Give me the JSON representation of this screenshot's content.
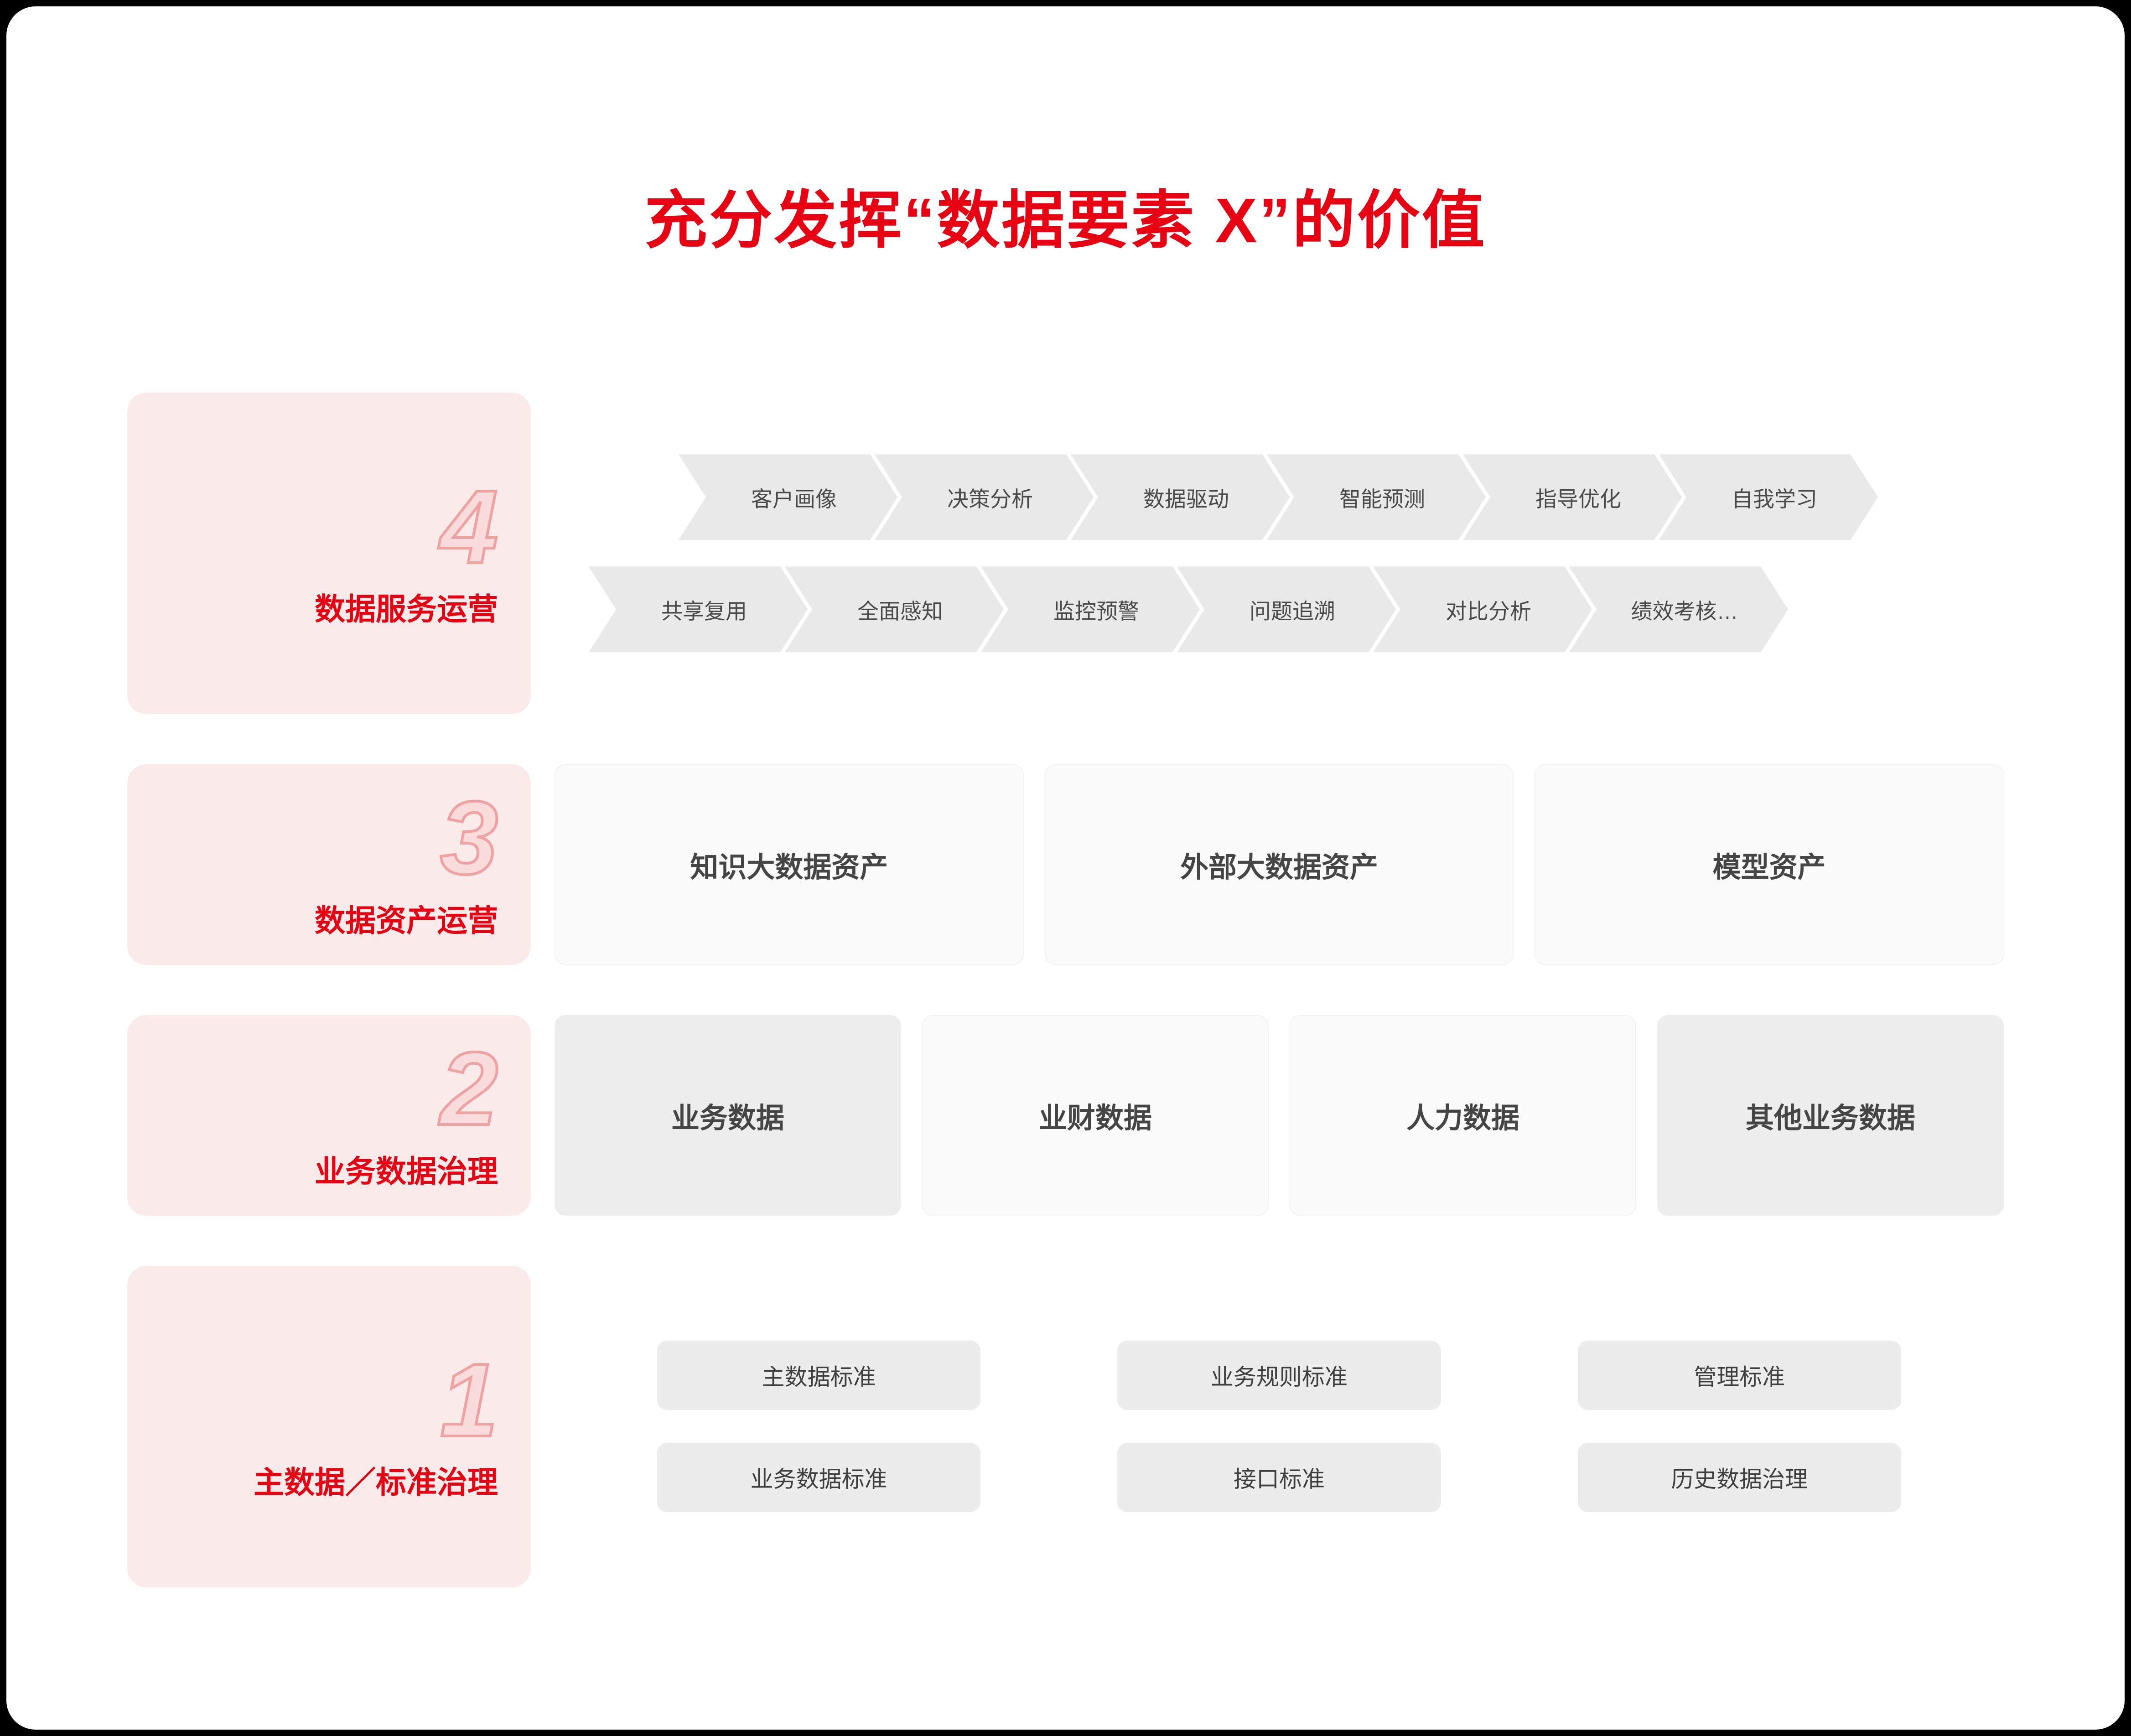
{
  "title": "充分发挥“数据要素 X”的价值",
  "colors": {
    "accent_red": "#e60012",
    "panel_pink": "#fbeaea",
    "number_fill": "#fbdcdc",
    "number_outline": "#f0a2a2",
    "chip_gray": "#ececec",
    "chevron_gray": "#e9e9e9",
    "text_dark": "#454545",
    "card_bg": "#ffffff",
    "page_bg": "#000000"
  },
  "stages": [
    {
      "number": "4",
      "label": "数据服务运营",
      "chevrons": [
        [
          "客户画像",
          "决策分析",
          "数据驱动",
          "智能预测",
          "指导优化",
          "自我学习"
        ],
        [
          "共享复用",
          "全面感知",
          "监控预警",
          "问题追溯",
          "对比分析",
          "绩效考核…"
        ]
      ]
    },
    {
      "number": "3",
      "label": "数据资产运营",
      "items": [
        "知识大数据资产",
        "外部大数据资产",
        "模型资产"
      ]
    },
    {
      "number": "2",
      "label": "业务数据治理",
      "items": [
        "业务数据",
        "业财数据",
        "人力数据",
        "其他业务数据"
      ]
    },
    {
      "number": "1",
      "label": "主数据／标准治理",
      "grid": [
        [
          "主数据标准",
          "业务规则标准",
          "管理标准"
        ],
        [
          "业务数据标准",
          "接口标准",
          "历史数据治理"
        ]
      ]
    }
  ]
}
